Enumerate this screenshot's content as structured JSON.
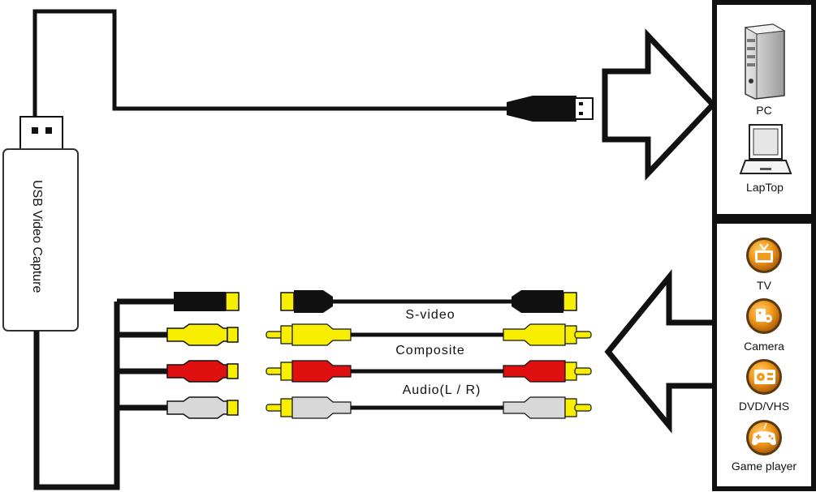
{
  "dongle": {
    "label": "USB Video Capture"
  },
  "cable_labels": {
    "svideo": "S-video",
    "composite": "Composite",
    "audio": "Audio(L / R)"
  },
  "outputs": {
    "pc": "PC",
    "laptop": "LapTop"
  },
  "inputs": {
    "tv": "TV",
    "camera": "Camera",
    "dvd": "DVD/VHS",
    "game": "Game player"
  },
  "colors": {
    "yellow": "#f7ee00",
    "red": "#e01010",
    "white": "#d8d8d8",
    "black": "#111111",
    "icon_orange": "#f29a1b"
  },
  "icons": {
    "pc": "tower-pc-icon",
    "laptop": "laptop-icon",
    "tv": "tv-icon",
    "camera": "camera-icon",
    "dvd": "dvd-player-icon",
    "game": "gamepad-icon"
  }
}
